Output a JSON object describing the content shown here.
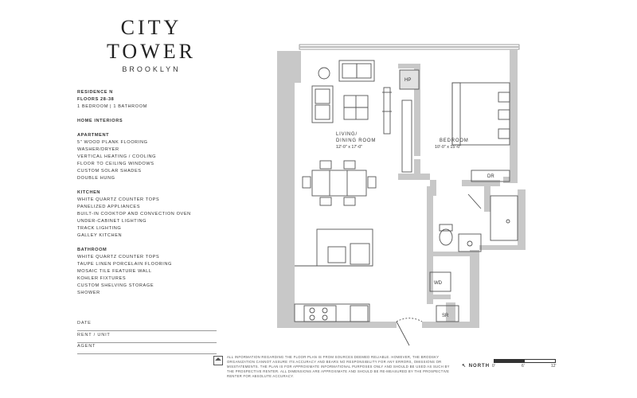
{
  "brand": {
    "line1": "CITY",
    "line2": "TOWER",
    "sub": "BROOKLYN"
  },
  "residence": {
    "name": "RESIDENCE N",
    "floors": "FLOORS 28-38",
    "units": "1 BEDROOM | 1 BATHROOM"
  },
  "sections": {
    "home_interiors": "HOME INTERIORS",
    "apartment": {
      "title": "APARTMENT",
      "items": [
        "5\" WOOD PLANK FLOORING",
        "WASHER/DRYER",
        "VERTICAL HEATING / COOLING",
        "FLOOR TO CEILING WINDOWS",
        "CUSTOM SOLAR SHADES",
        "DOUBLE HUNG"
      ]
    },
    "kitchen": {
      "title": "KITCHEN",
      "items": [
        "WHITE QUARTZ COUNTER TOPS",
        "PANELIZED APPLIANCES",
        "BUILT-IN COOKTOP AND CONVECTION OVEN",
        "UNDER-CABINET LIGHTING",
        "TRACK LIGHTING",
        "GALLEY KITCHEN"
      ]
    },
    "bathroom": {
      "title": "BATHROOM",
      "items": [
        "WHITE QUARTZ COUNTER TOPS",
        "TAUPE LINEN PORCELAIN FLOORING",
        "MOSAIC TILE FEATURE WALL",
        "KOHLER FIXTURES",
        "CUSTOM SHELVING STORAGE",
        "SHOWER"
      ]
    }
  },
  "form": {
    "date": "DATE",
    "rent_unit": "RENT / UNIT",
    "agent": "AGENT"
  },
  "plan": {
    "living_name": "LIVING/",
    "living_name2": "DINING ROOM",
    "living_dims": "12'-0\" x 17'-0\"",
    "bedroom_name": "BEDROOM",
    "bedroom_dims": "10'-0\" x 15'-0\"",
    "hp": "HP",
    "dr": "DR",
    "wd": "WD",
    "sr": "SR"
  },
  "footer": {
    "disclaimer": "ALL INFORMATION REGARDING THE FLOOR PLAN IS FROM SOURCES DEEMED RELIABLE. HOWEVER, THE BRODSKY ORGANIZATION CANNOT ASSURE ITS ACCURACY AND BEARS NO RESPONSIBILITY FOR ANY ERRORS, OMISSIONS OR MISSTATEMENTS. THE PLAN IS FOR APPROXIMATE INFORMATIONAL PURPOSES ONLY AND SHOULD BE USED AS SUCH BY THE PROSPECTIVE RENTER. ALL DIMENSIONS ARE APPROXIMATE AND SHOULD BE RE-MEASURED BY THE PROSPECTIVE RENTER FOR ABSOLUTE ACCURACY.",
    "north": "NORTH",
    "scale": [
      "0'",
      "6'",
      "12'"
    ]
  },
  "colors": {
    "wall": "#c8c8c8",
    "furniture": "#555555"
  }
}
